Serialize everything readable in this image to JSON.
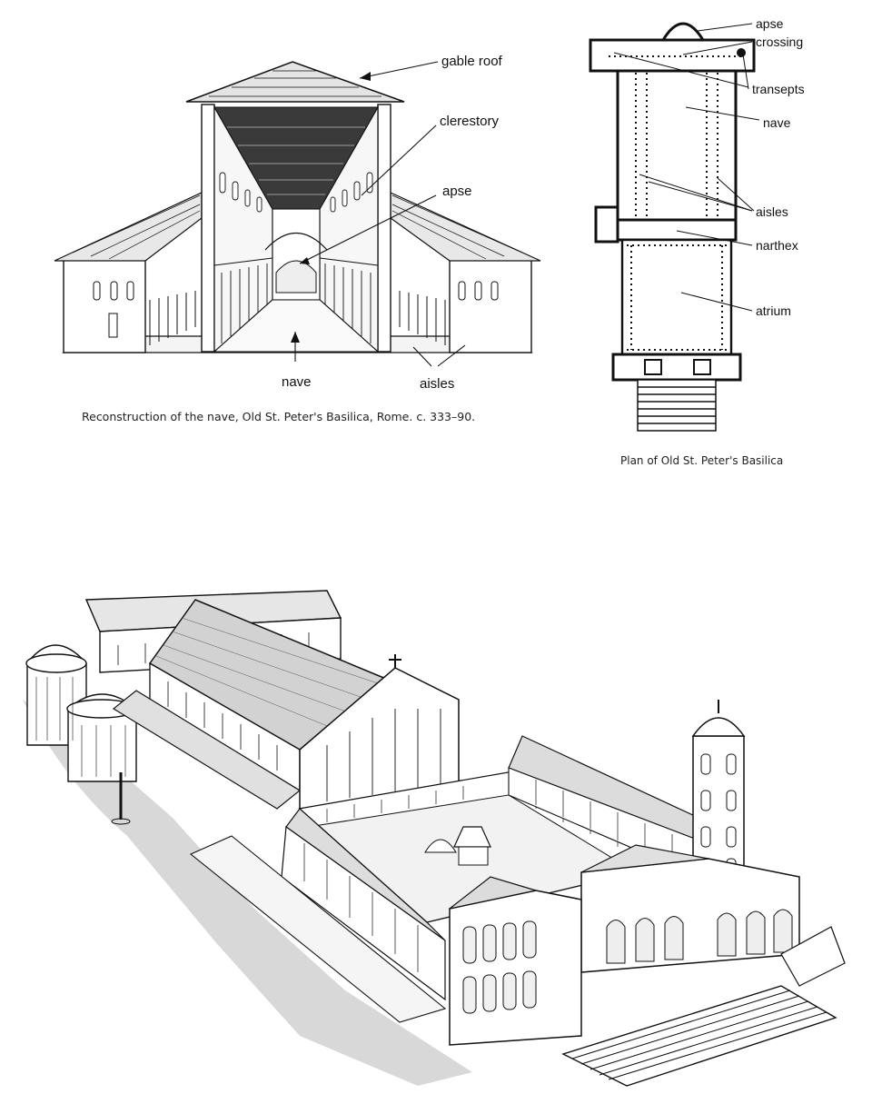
{
  "nave_reconstruction": {
    "caption": "Reconstruction of the nave, Old St. Peter's Basilica, Rome. c. 333–90.",
    "labels": {
      "gable_roof": "gable roof",
      "clerestory": "clerestory",
      "apse": "apse",
      "nave": "nave",
      "aisles": "aisles"
    }
  },
  "plan": {
    "caption": "Plan of Old St. Peter's Basilica",
    "labels": {
      "apse": "apse",
      "crossing": "crossing",
      "transepts": "transepts",
      "nave": "nave",
      "aisles": "aisles",
      "narthex": "narthex",
      "atrium": "atrium"
    }
  },
  "aerial_view": {}
}
